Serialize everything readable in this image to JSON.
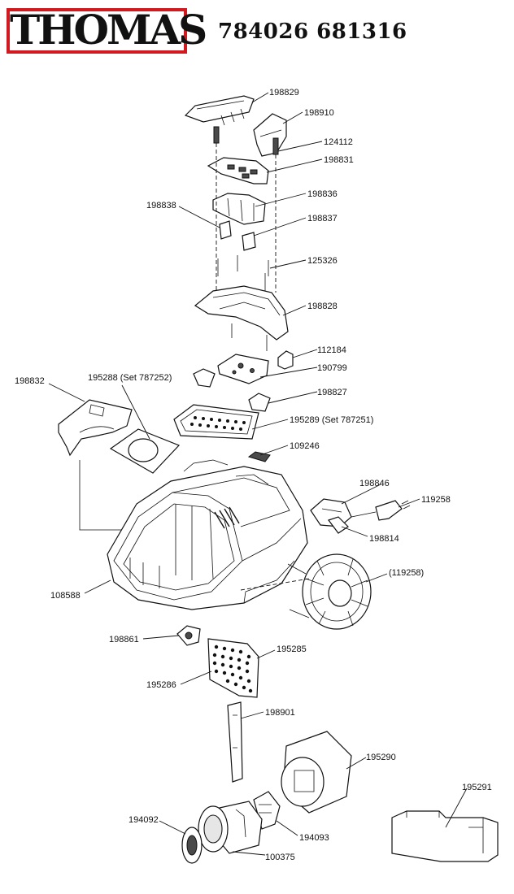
{
  "header": {
    "brand": "THOMAS",
    "model_numbers": "784026 681316"
  },
  "parts": [
    "198829",
    "198910",
    "124112",
    "198831",
    "198836",
    "198838",
    "198837",
    "125326",
    "198828",
    "112184",
    "190799",
    "198832",
    "195288 (Set 787252)",
    "198827",
    "195289 (Set 787251)",
    "109246",
    "198846",
    "119258",
    "198814",
    "(119258)",
    "108588",
    "198861",
    "195285",
    "195286",
    "198901",
    "195290",
    "195291",
    "194092",
    "194093",
    "100375"
  ],
  "colors": {
    "brand_red": "#d11a1f",
    "line": "#111111"
  }
}
